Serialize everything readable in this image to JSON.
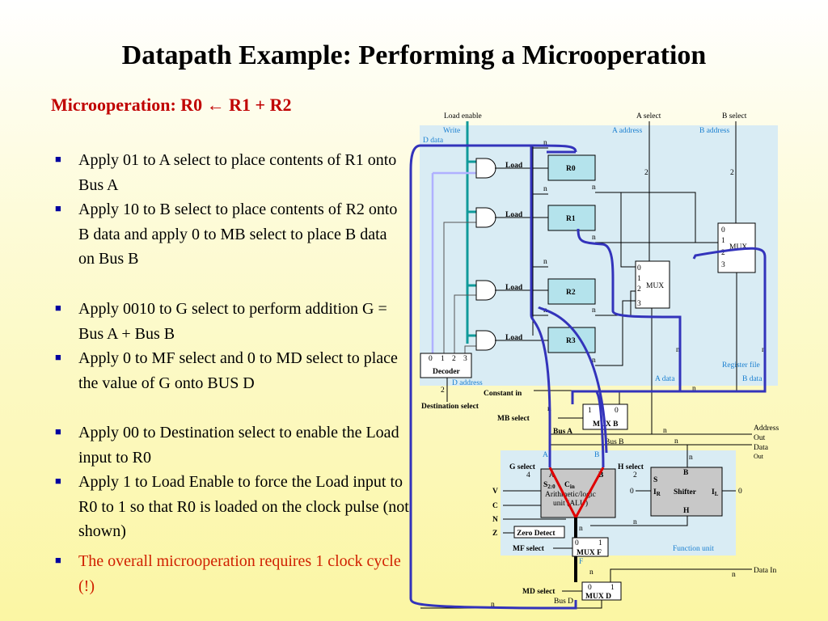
{
  "slide": {
    "title": "Datapath Example: Performing a Microoperation",
    "subtitle": "Microoperation: R0 ← R1 + R2",
    "bullets": [
      {
        "text": "Apply 01 to A select to place contents of R1 onto Bus A"
      },
      {
        "text": "Apply 10 to B select to place contents of R2 onto B data and apply 0 to MB select to place B data on Bus B"
      },
      {
        "text": "Apply 0010 to G select to perform addition  G = Bus A + Bus B"
      },
      {
        "text": "Apply 0 to MF select and 0 to MD select to place the value of G onto BUS D"
      },
      {
        "text": "Apply 00 to Destination select to enable the Load input to R0"
      },
      {
        "text": "Apply 1 to Load Enable to force the Load input to R0 to 1 so that R0 is loaded on the clock pulse (not shown)"
      },
      {
        "text": "The overall microoperation requires 1 clock cycle (!)",
        "color": "#d02000"
      }
    ]
  },
  "diagram": {
    "load_enable": "Load enable",
    "a_select": "A select",
    "b_select": "B select",
    "write": "Write",
    "d_data": "D data",
    "a_address": "A address",
    "b_address": "B address",
    "load": "Load",
    "registers": [
      "R0",
      "R1",
      "R2",
      "R3"
    ],
    "n": "n",
    "two": "2",
    "mux_label": "MUX",
    "mux_inputs": [
      "0",
      "1",
      "2",
      "3"
    ],
    "decoder": "Decoder",
    "decoder_inputs": [
      "0",
      "1",
      "2",
      "3"
    ],
    "register_file": "Register file",
    "d_address": "D address",
    "a_data": "A data",
    "b_data": "B data",
    "destination_select": "Destination select",
    "constant_in": "Constant in",
    "mb_select": "MB select",
    "mux_b": "MUX B",
    "mux_b_in": [
      "1",
      "0"
    ],
    "bus_a": "Bus A",
    "bus_b": "Bus B",
    "address_out": [
      "Address",
      "Out"
    ],
    "data_out": [
      "Data",
      "Out"
    ],
    "a": "A",
    "b": "B",
    "g_select": "G select",
    "four": "4",
    "h_select": "H select",
    "alu_a": "A",
    "alu_b": "B",
    "alu_s": "S",
    "alu_s_sub": "2:0",
    "alu_cin": "C",
    "alu_cin_sub": "in",
    "alu_name": [
      "Arithmetic/logic",
      "unit (ALU)"
    ],
    "shifter": "Shifter",
    "shifter_b": "B",
    "shifter_s": "S",
    "ir": "I",
    "ir_sub": "R",
    "il": "I",
    "il_sub": "L",
    "zero": "0",
    "h": "H",
    "flags": [
      "V",
      "C",
      "N",
      "Z"
    ],
    "zero_detect": "Zero Detect",
    "mf_select": "MF select",
    "mux_f": "MUX F",
    "mux_f_in": [
      "0",
      "1"
    ],
    "f": "F",
    "function_unit": "Function unit",
    "data_in": "Data In",
    "md_select": "MD select",
    "mux_d": "MUX D",
    "mux_d_in": [
      "0",
      "1"
    ],
    "bus_d": "Bus D",
    "colors": {
      "highlight": "#3333bb",
      "teal": "#109a9a",
      "red": "#e00000",
      "panel": "#d9ecf4",
      "reg": "#b4e3ec"
    }
  }
}
